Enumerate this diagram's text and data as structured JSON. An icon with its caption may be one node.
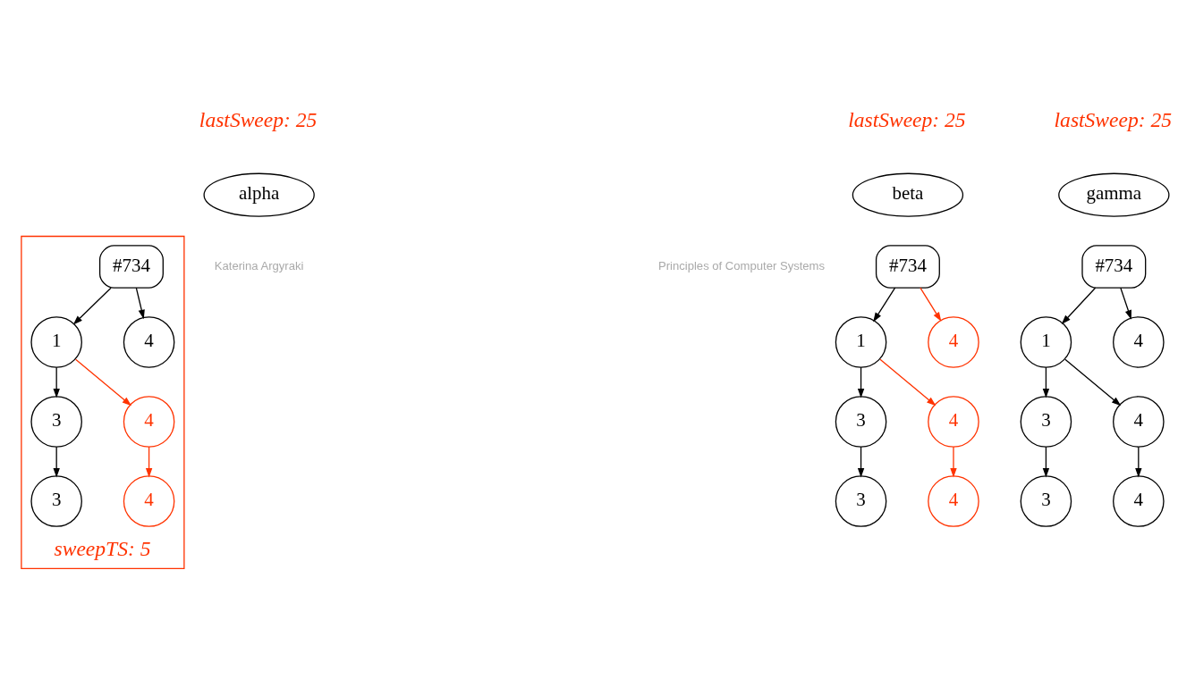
{
  "diagram": {
    "nodes": [
      {
        "text": [
          "alpha"
        ]
      },
      {
        "text": [
          "sweepTS: 5"
        ]
      },
      {
        "text": [
          "#734"
        ],
        "in": 1
      },
      {
        "text": [
          "1"
        ],
        "in": 1
      },
      {
        "text": [
          "4"
        ],
        "in": 1
      },
      {
        "text": [
          "3"
        ],
        "in": 1
      },
      {
        "text": [
          "4"
        ],
        "in": 1
      },
      {
        "text": [
          "3"
        ],
        "in": 1
      },
      {
        "text": [
          "4"
        ],
        "in": 1
      },
      {
        "text": [
          "beta"
        ]
      },
      {
        "text": [
          "#734"
        ]
      },
      {
        "text": [
          "1"
        ]
      },
      {
        "text": [
          "4"
        ]
      },
      {
        "text": [
          "3"
        ]
      },
      {
        "text": [
          "4"
        ]
      },
      {
        "text": [
          "3"
        ]
      },
      {
        "text": [
          "4"
        ]
      },
      {
        "text": [
          "gamma"
        ]
      },
      {
        "text": [
          "#734"
        ]
      },
      {
        "text": [
          "1"
        ]
      },
      {
        "text": [
          "4"
        ]
      },
      {
        "text": [
          "3"
        ]
      },
      {
        "text": [
          "4"
        ]
      },
      {
        "text": [
          "3"
        ]
      },
      {
        "text": [
          "4"
        ]
      }
    ],
    "edges": [
      {
        "from": 2,
        "to": 3,
        "arrow": "to"
      },
      {
        "from": 2,
        "to": 4,
        "arrow": "to"
      },
      {
        "from": 3,
        "to": 5,
        "arrow": "to"
      },
      {
        "from": 3,
        "to": 6,
        "arrow": "to",
        "color": "#ff3300"
      },
      {
        "from": 5,
        "to": 7,
        "arrow": "to"
      },
      {
        "from": 6,
        "to": 8,
        "arrow": "to",
        "color": "#ff3300"
      },
      {
        "from": 10,
        "to": 11,
        "arrow": "to"
      },
      {
        "from": 10,
        "to": 12,
        "arrow": "to",
        "color": "#ff3300"
      },
      {
        "from": 11,
        "to": 13,
        "arrow": "to"
      },
      {
        "from": 11,
        "to": 14,
        "arrow": "to",
        "color": "#ff3300"
      },
      {
        "from": 13,
        "to": 15,
        "arrow": "to"
      },
      {
        "from": 14,
        "to": 16,
        "arrow": "to",
        "color": "#ff3300"
      },
      {
        "from": 18,
        "to": 19,
        "arrow": "to"
      },
      {
        "from": 18,
        "to": 20,
        "arrow": "to"
      },
      {
        "from": 19,
        "to": 21,
        "arrow": "to"
      },
      {
        "from": 19,
        "to": 22,
        "arrow": "to"
      },
      {
        "from": 21,
        "to": 23,
        "arrow": "to"
      },
      {
        "from": 22,
        "to": 24,
        "arrow": "to"
      }
    ],
    "labels": [
      "lastSweep: 25",
      "lastSweep: 25",
      "lastSweep: 25",
      "Katerina Argyraki",
      "Principles of Computer Systems"
    ]
  }
}
